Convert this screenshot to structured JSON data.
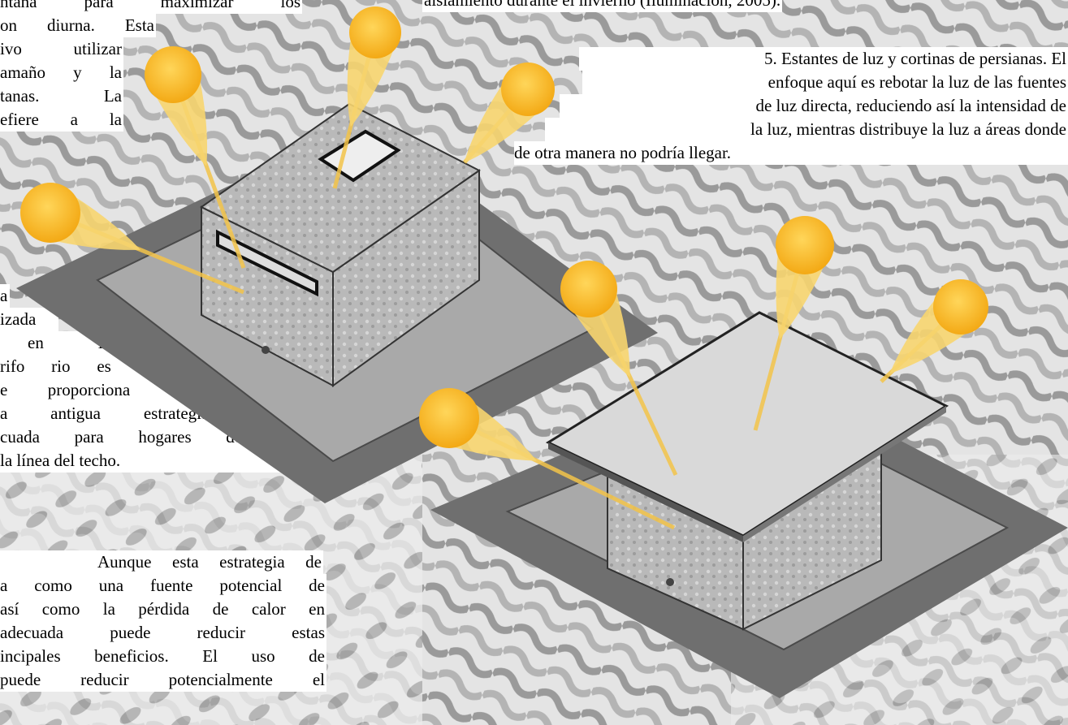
{
  "top_right_line": "aislamiento durante el invierno (Iluminación, 2005).",
  "left_para_1": [
    "ntana para maximizar los",
    "on diurna. Esta",
    "ivo utilizar",
    "amaño y la",
    "tanas.  La",
    "efiere a la"
  ],
  "left_para_2": [
    "a",
    "izada",
    "en   la",
    "rifo rio es una",
    "e proporciona una",
    "a antigua estrategia de",
    "cuada para hogares de planta",
    "la línea del techo."
  ],
  "left_para_3": [
    "Aunque esta estrategia de",
    "a como una fuente potencial de",
    "así como la pérdida de calor en",
    "adecuada puede reducir estas",
    "incipales beneficios. El uso de",
    "puede reducir potencialmente el"
  ],
  "section5": [
    "5. Estantes de luz y cortinas de persianas. El",
    "enfoque aquí es rebotar la luz de las fuentes",
    "de luz directa, reduciendo así la intensidad de",
    "la luz, mientras distribuye la luz a áreas donde",
    "de otra manera no podría llegar."
  ],
  "colors": {
    "sun": "#f5b61e",
    "sun_light": "#ffd65a",
    "ground_dark": "#6e6e6e",
    "ground_light": "#a8a8a8",
    "box": "#b8b8b8",
    "roof": "#d9d9d9"
  },
  "icons": [
    "sun-icon",
    "light-ray"
  ]
}
